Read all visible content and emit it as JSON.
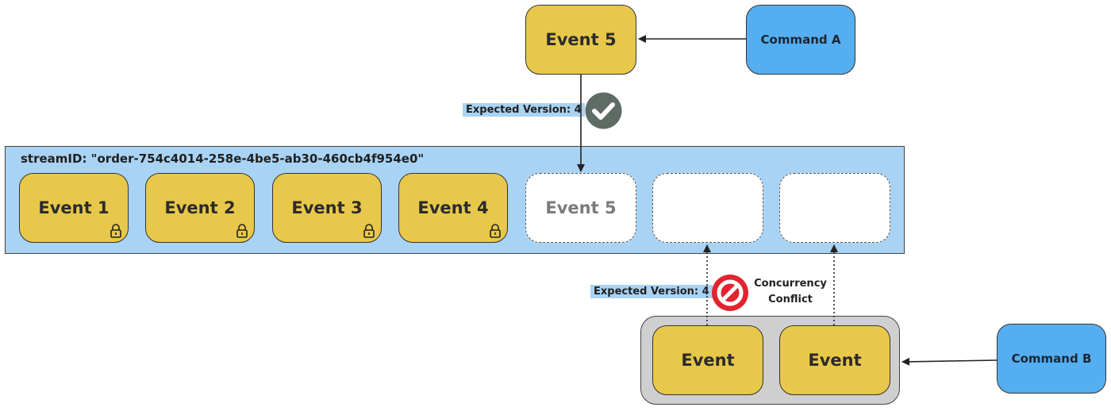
{
  "top": {
    "event5": "Event 5",
    "command_a": "Command A",
    "expected_version": "Expected Version: 4"
  },
  "stream": {
    "id_label": "streamID: \"order-754c4014-258e-4be5-ab30-460cb4f954e0\"",
    "events": [
      "Event 1",
      "Event 2",
      "Event 3",
      "Event 4"
    ],
    "pending": "Event 5"
  },
  "bottom": {
    "expected_version": "Expected Version: 4",
    "conflict_line1": "Concurrency",
    "conflict_line2": "Conflict",
    "batch_events": [
      "Event",
      "Event"
    ],
    "command_b": "Command B"
  },
  "colors": {
    "event": "#e8c84a",
    "command": "#55aef0",
    "stream": "#a9d3f4",
    "batch": "#cfcfcf",
    "success": "#5f6b65",
    "conflict": "#e2242f"
  },
  "icons": [
    "lock-icon",
    "check-circle-icon",
    "no-entry-icon"
  ]
}
